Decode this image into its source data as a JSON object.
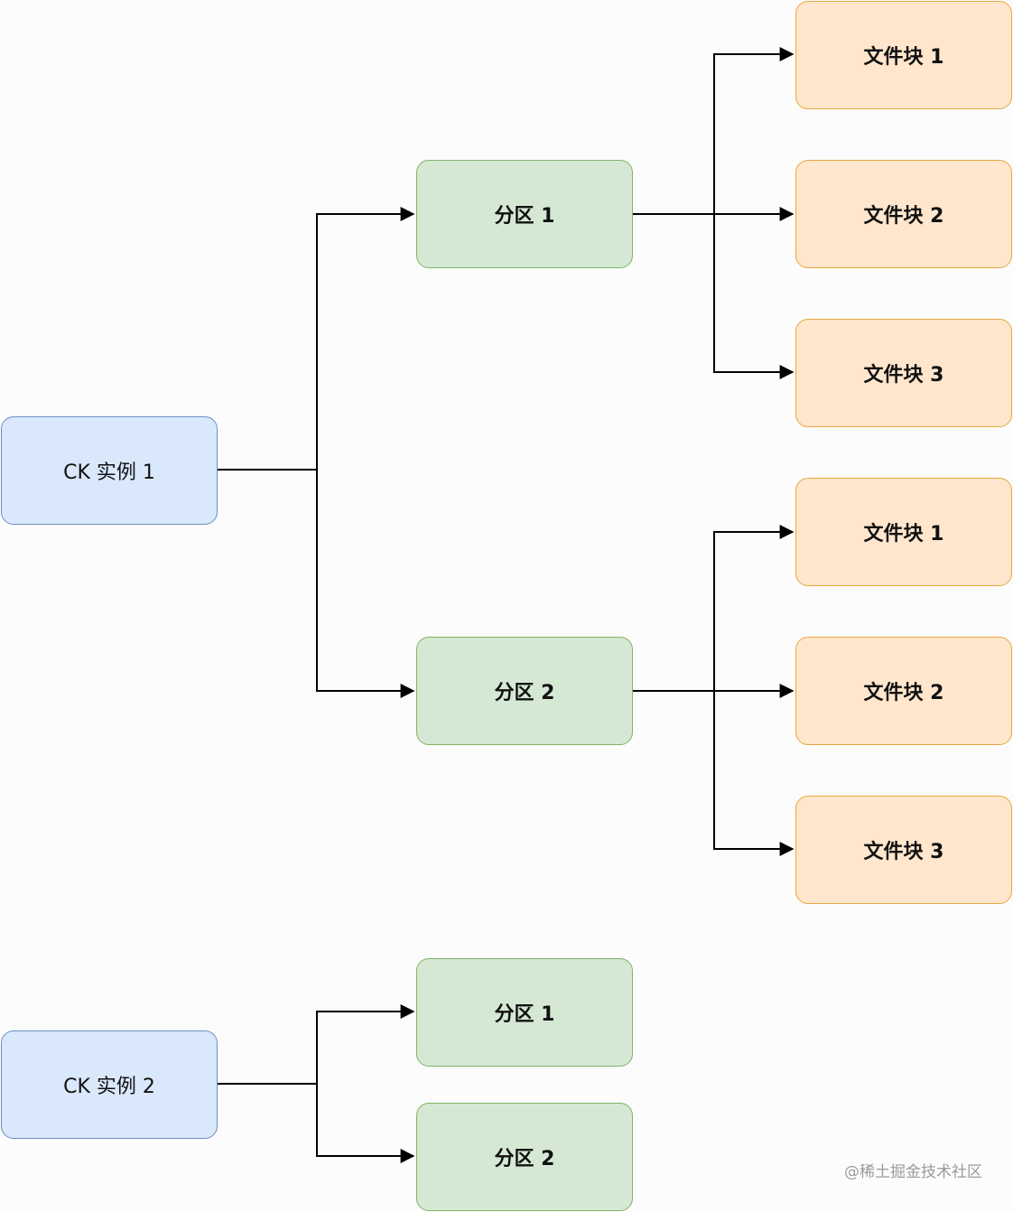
{
  "diagram": {
    "instances": [
      {
        "id": "inst1",
        "label": "CK 实例 1"
      },
      {
        "id": "inst2",
        "label": "CK 实例 2"
      }
    ],
    "partitions": [
      {
        "id": "p11",
        "label": "分区 1"
      },
      {
        "id": "p12",
        "label": "分区 2"
      },
      {
        "id": "p21",
        "label": "分区 1"
      },
      {
        "id": "p22",
        "label": "分区 2"
      }
    ],
    "blocks": [
      {
        "id": "b111",
        "label": "文件块 1"
      },
      {
        "id": "b112",
        "label": "文件块 2"
      },
      {
        "id": "b113",
        "label": "文件块 3"
      },
      {
        "id": "b121",
        "label": "文件块 1"
      },
      {
        "id": "b122",
        "label": "文件块 2"
      },
      {
        "id": "b123",
        "label": "文件块 3"
      }
    ],
    "edges": [
      {
        "from": "inst1",
        "to": "p11"
      },
      {
        "from": "inst1",
        "to": "p12"
      },
      {
        "from": "inst2",
        "to": "p21"
      },
      {
        "from": "inst2",
        "to": "p22"
      },
      {
        "from": "p11",
        "to": "b111"
      },
      {
        "from": "p11",
        "to": "b112"
      },
      {
        "from": "p11",
        "to": "b113"
      },
      {
        "from": "p12",
        "to": "b121"
      },
      {
        "from": "p12",
        "to": "b122"
      },
      {
        "from": "p12",
        "to": "b123"
      }
    ]
  },
  "watermark": "@稀土掘金技术社区",
  "colors": {
    "instance_fill": "#dae8fc",
    "instance_border": "#6c8ebf",
    "partition_fill": "#d5e8d4",
    "partition_border": "#82b366",
    "block_fill": "#ffe6cc",
    "block_border": "#e6a93f",
    "edge": "#000000"
  }
}
